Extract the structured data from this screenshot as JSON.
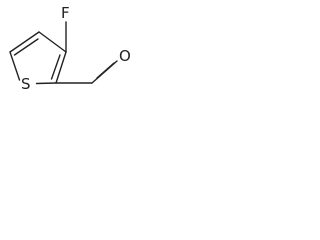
{
  "molecule": {
    "atoms": {
      "fluorine": "F",
      "sulfur": "S",
      "oxygen": "O"
    },
    "ink_color": "#222222",
    "background_color": "#ffffff"
  }
}
